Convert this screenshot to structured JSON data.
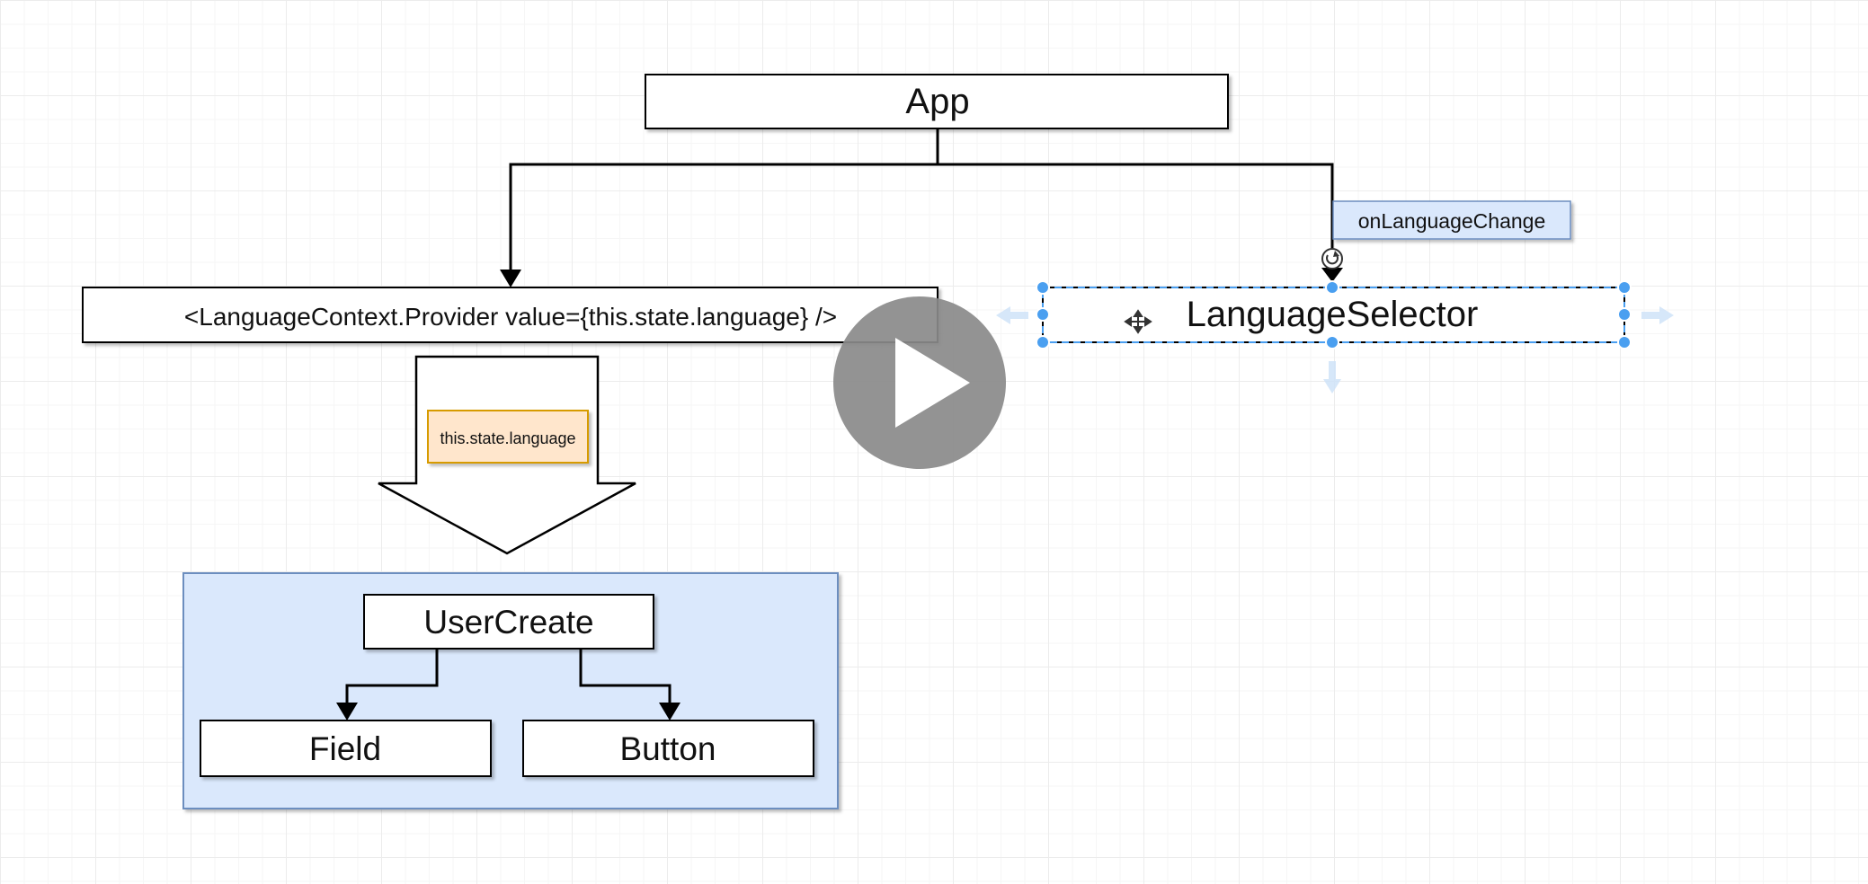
{
  "diagram": {
    "nodes": {
      "app": "App",
      "provider": "<LanguageContext.Provider value={this.state.language} />",
      "language_selector": "LanguageSelector",
      "user_create": "UserCreate",
      "field": "Field",
      "button": "Button"
    },
    "labels": {
      "on_language_change": "onLanguageChange",
      "state_language": "this.state.language"
    }
  },
  "colors": {
    "selection_blue": "#4a9ff0",
    "group_fill": "#dae8fc",
    "group_border": "#6c8ebf",
    "note_fill": "#ffe6cc",
    "note_border": "#d79b00",
    "tooltip_fill": "#dae8fc",
    "play_overlay": "#8a8a8a"
  },
  "overlay": {
    "icon": "play-icon"
  }
}
